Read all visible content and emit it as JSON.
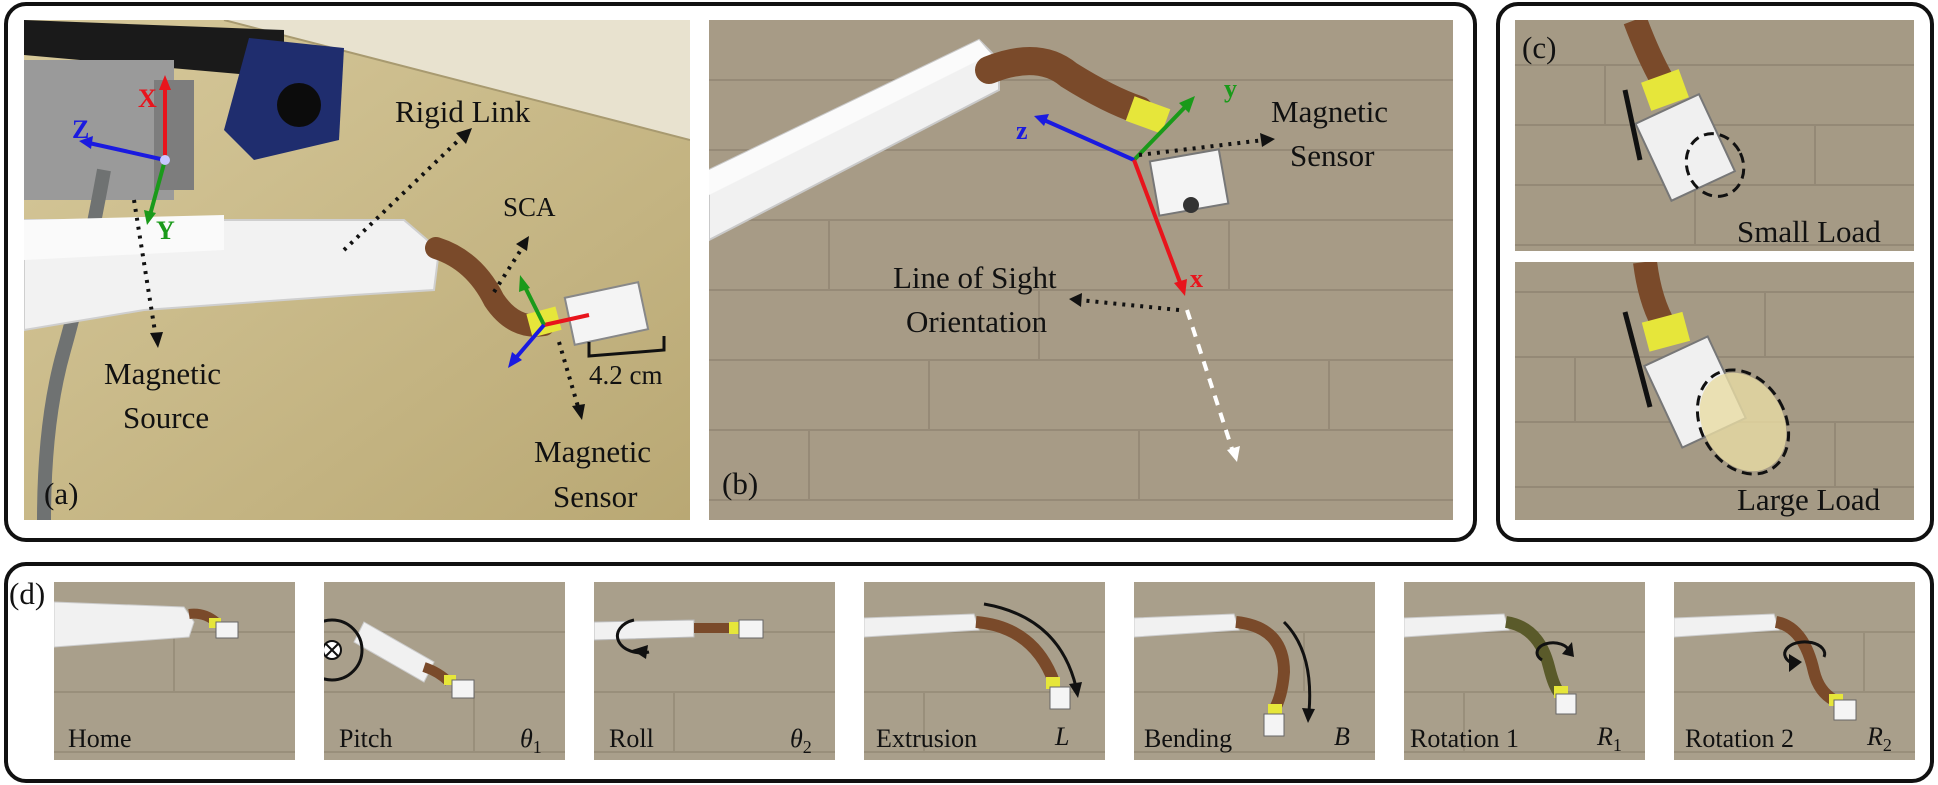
{
  "panel_a": {
    "tag": "(a)",
    "rigid_link": "Rigid Link",
    "sca": "SCA",
    "magnetic_source": [
      "Magnetic",
      "Source"
    ],
    "magnetic_sensor": [
      "Magnetic",
      "Sensor"
    ],
    "dimension": "4.2 cm",
    "axes": {
      "x": "X",
      "y": "Y",
      "z": "Z"
    }
  },
  "panel_b": {
    "tag": "(b)",
    "magnetic_sensor": [
      "Magnetic",
      "Sensor"
    ],
    "line_of_sight": [
      "Line of Sight",
      "Orientation"
    ],
    "axes": {
      "x": "x",
      "y": "y",
      "z": "z"
    }
  },
  "panel_c": {
    "tag": "(c)",
    "small_load": "Small Load",
    "large_load": "Large Load"
  },
  "panel_d": {
    "tag": "(d)",
    "frames": [
      {
        "label": "Home",
        "symbol": "",
        "sub": ""
      },
      {
        "label": "Pitch",
        "symbol": "θ",
        "sub": "1"
      },
      {
        "label": "Roll",
        "symbol": "θ",
        "sub": "2"
      },
      {
        "label": "Extrusion",
        "symbol": "L",
        "sub": ""
      },
      {
        "label": "Bending",
        "symbol": "B",
        "sub": ""
      },
      {
        "label": "Rotation 1",
        "symbol": "R",
        "sub": "1"
      },
      {
        "label": "Rotation 2",
        "symbol": "R",
        "sub": "2"
      }
    ]
  },
  "colors": {
    "axis_x": "#e8141c",
    "axis_y": "#1a9a1a",
    "axis_z": "#1a1ae0",
    "wall_beige": "#c8b98a",
    "wall_gray": "#a89e8c",
    "sca_brown": "#7a4a2a",
    "sensor_yellow": "#e6e63a"
  }
}
